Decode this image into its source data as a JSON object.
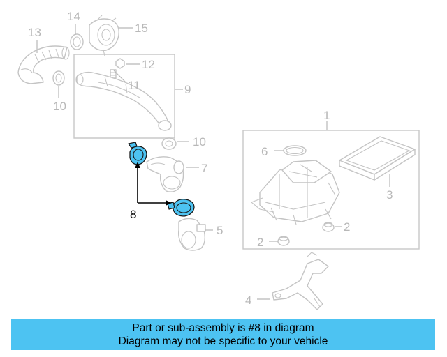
{
  "callouts": {
    "c1": "1",
    "c2a": "2",
    "c2b": "2",
    "c3": "3",
    "c4": "4",
    "c5": "5",
    "c6": "6",
    "c7": "7",
    "c8": "8",
    "c9": "9",
    "c10a": "10",
    "c10b": "10",
    "c11": "11",
    "c12": "12",
    "c13": "13",
    "c14": "14",
    "c15": "15"
  },
  "banner": {
    "line1": "Part or sub-assembly is #8 in diagram",
    "line2": "Diagram may not be specific to your vehicle"
  },
  "colors": {
    "highlight_part": "#4dc3f2",
    "banner_bg": "#4dc3f2",
    "line_art": "#c4c4c4"
  }
}
